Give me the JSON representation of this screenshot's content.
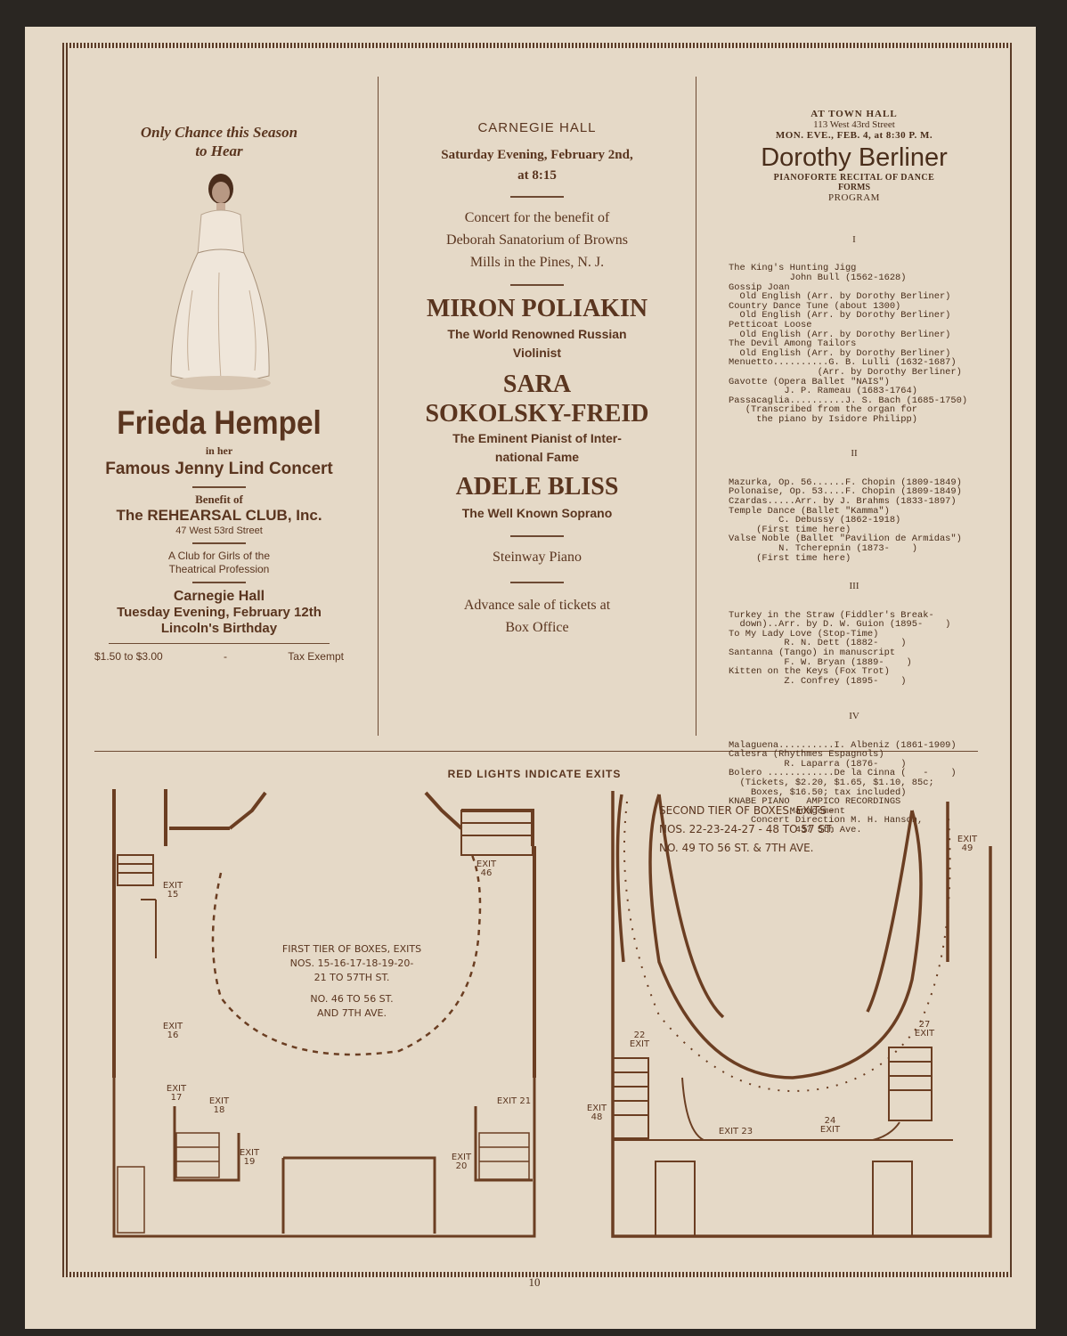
{
  "left_ad": {
    "tagline_1": "Only Chance this Season",
    "tagline_2": "to Hear",
    "performer": "Frieda Hempel",
    "in_her": "in her",
    "concert": "Famous Jenny Lind Concert",
    "benefit_of": "Benefit of",
    "club": "The REHEARSAL CLUB, Inc.",
    "address": "47 West 53rd Street",
    "desc_1": "A Club for Girls of the",
    "desc_2": "Theatrical Profession",
    "venue": "Carnegie Hall",
    "date": "Tuesday Evening, February 12th",
    "occasion": "Lincoln's Birthday",
    "price": "$1.50 to $3.00",
    "dash": "-",
    "tax": "Tax Exempt"
  },
  "middle_ad": {
    "venue": "CARNEGIE HALL",
    "date_1": "Saturday Evening, February 2nd,",
    "date_2": "at 8:15",
    "benefit_1": "Concert for the benefit of",
    "benefit_2": "Deborah Sanatorium of Browns",
    "benefit_3": "Mills in the Pines, N. J.",
    "artist_1": "MIRON POLIAKIN",
    "artist_1_desc_1": "The World Renowned Russian",
    "artist_1_desc_2": "Violinist",
    "artist_2_line_1": "SARA",
    "artist_2_line_2": "SOKOLSKY-FREID",
    "artist_2_desc_1": "The Eminent Pianist of Inter-",
    "artist_2_desc_2": "national Fame",
    "artist_3": "ADELE BLISS",
    "artist_3_desc": "The Well Known Soprano",
    "piano": "Steinway Piano",
    "tickets_1": "Advance sale of tickets at",
    "tickets_2": "Box Office"
  },
  "right_ad": {
    "venue": "AT TOWN HALL",
    "address": "113 West 43rd Street",
    "date": "MON. EVE., FEB. 4, at 8:30 P. M.",
    "performer": "Dorothy Berliner",
    "subtitle_1": "PIANOFORTE RECITAL OF DANCE",
    "subtitle_2": "FORMS",
    "program_heading": "PROGRAM",
    "section_1": "I",
    "program_1": "The King's Hunting Jigg\n           John Bull (1562-1628)\nGossip Joan\n  Old English (Arr. by Dorothy Berliner)\nCountry Dance Tune (about 1300)\n  Old English (Arr. by Dorothy Berliner)\nPetticoat Loose\n  Old English (Arr. by Dorothy Berliner)\nThe Devil Among Tailors\n  Old English (Arr. by Dorothy Berliner)\nMenuetto..........G. B. Lulli (1632-1687)\n                (Arr. by Dorothy Berliner)\nGavotte (Opera Ballet \"NAIS\")\n          J. P. Rameau (1683-1764)\nPassacaglia..........J. S. Bach (1685-1750)\n   (Transcribed from the organ for\n     the piano by Isidore Philipp)",
    "section_2": "II",
    "program_2": "Mazurka, Op. 56......F. Chopin (1809-1849)\nPolonaise, Op. 53....F. Chopin (1809-1849)\nCzardas.....Arr. by J. Brahms (1833-1897)\nTemple Dance (Ballet \"Kamma\")\n         C. Debussy (1862-1918)\n     (First time here)\nValse Noble (Ballet \"Pavilion de Armidas\")\n         N. Tcherepnin (1873-    )\n     (First time here)",
    "section_3": "III",
    "program_3": "Turkey in the Straw (Fiddler's Break-\n  down)..Arr. by D. W. Guion (1895-    )\nTo My Lady Love (Stop-Time)\n          R. N. Dett (1882-    )\nSantanna (Tango) in manuscript\n          F. W. Bryan (1889-    )\nKitten on the Keys (Fox Trot)\n          Z. Confrey (1895-    )",
    "section_4": "IV",
    "program_4": "Malaguena..........I. Albeniz (1861-1909)\nCalesra (Rhythmes Espagnols)\n          R. Laparra (1876-    )\nBolero ............De la Cinna (   -    )\n  (Tickets, $2.20, $1.65, $1.10, 85c;\n    Boxes, $16.50; tax included)\nKNABE PIANO   AMPICO RECORDINGS\n           Management\n    Concert Direction M. H. Hanson,\n            437 5th Ave."
  },
  "plans": {
    "heading": "RED LIGHTS INDICATE EXITS",
    "first_tier_1": "FIRST TIER OF BOXES, EXITS",
    "first_tier_2": "NOS. 15-16-17-18-19-20-",
    "first_tier_3": "21 TO 57TH ST.",
    "first_tier_4": "NO. 46 TO 56 ST.",
    "first_tier_5": "AND 7TH AVE.",
    "second_tier_1": "SECOND TIER OF BOXES. EXITS -",
    "second_tier_2": "NOS. 22-23-24-27 - 48 TO 57 ST.",
    "second_tier_3": "NO. 49 TO 56 ST. & 7TH AVE.",
    "exit_15": "EXIT\n15",
    "exit_16": "EXIT\n16",
    "exit_17": "EXIT\n17",
    "exit_18": "EXIT\n18",
    "exit_19": "EXIT\n19",
    "exit_20": "EXIT\n20",
    "exit_21": "EXIT 21",
    "exit_46": "EXIT\n46",
    "exit_49": "EXIT\n49",
    "exit_27": "27\nEXIT",
    "exit_22": "22\nEXIT",
    "exit_48": "EXIT\n48",
    "exit_23": "EXIT 23",
    "exit_24": "24\nEXIT"
  },
  "page_number": "10"
}
